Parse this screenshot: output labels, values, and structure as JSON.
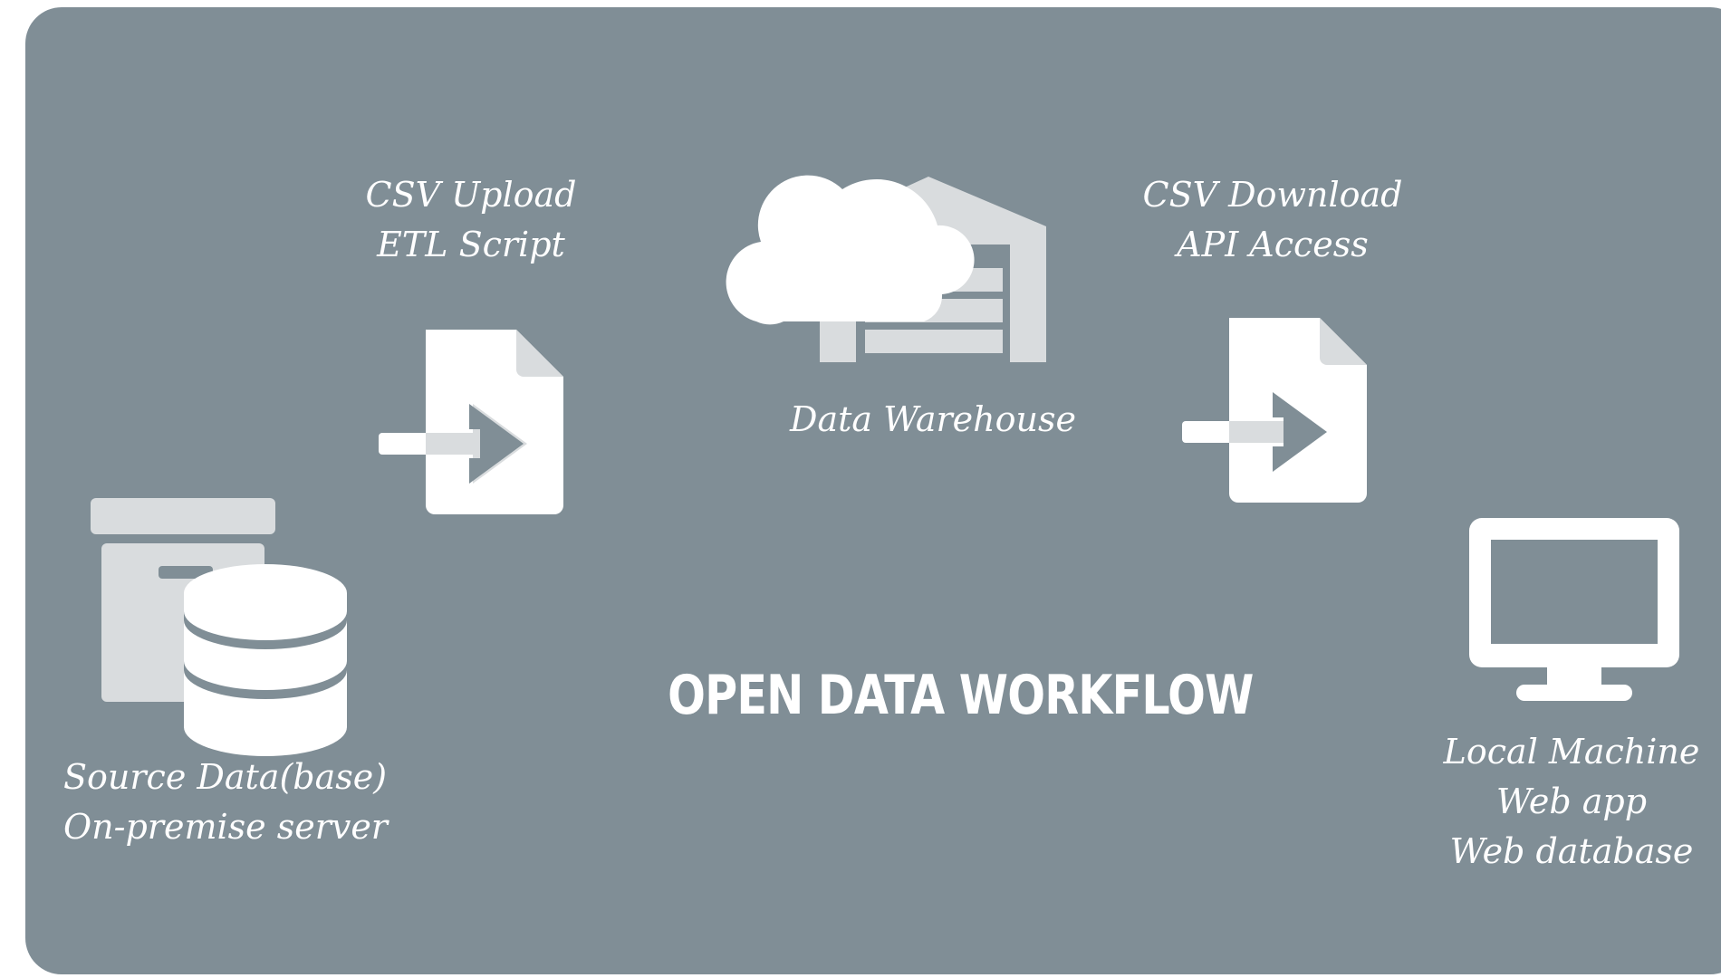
{
  "diagram": {
    "title": "OPEN DATA WORKFLOW",
    "nodes": {
      "source": {
        "lines": [
          "Source Data(base)",
          "On-premise server"
        ],
        "icon": "database-server-icon"
      },
      "upload": {
        "lines": [
          "CSV Upload",
          "ETL Script"
        ],
        "icon": "file-import-icon"
      },
      "warehouse": {
        "lines": [
          "Data Warehouse"
        ],
        "icon": "cloud-warehouse-icon"
      },
      "download": {
        "lines": [
          "CSV Download",
          "API Access"
        ],
        "icon": "file-export-icon"
      },
      "local": {
        "lines": [
          "Local Machine",
          "Web app",
          "Web database"
        ],
        "icon": "monitor-icon"
      }
    },
    "colors": {
      "panel": "#808e96",
      "icon_primary": "#ffffff",
      "icon_secondary": "#d9dcde",
      "text": "#ffffff"
    }
  }
}
